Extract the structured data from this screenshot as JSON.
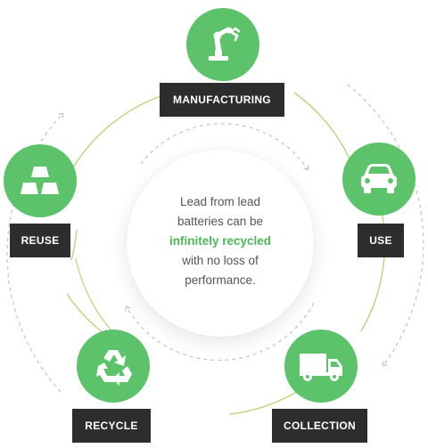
{
  "center": {
    "line1": "Lead from lead",
    "line2": "batteries can be",
    "highlight": "infinitely recycled",
    "line3": "with no loss of",
    "line4": "performance."
  },
  "stages": {
    "manufacturing": {
      "label": "MANUFACTURING",
      "icon": "robot-arm-icon"
    },
    "use": {
      "label": "USE",
      "icon": "car-icon"
    },
    "collection": {
      "label": "COLLECTION",
      "icon": "truck-icon"
    },
    "recycle": {
      "label": "RECYCLE",
      "icon": "recycle-icon"
    },
    "reuse": {
      "label": "REUSE",
      "icon": "ingots-icon"
    }
  },
  "colors": {
    "node_green": "#5cc36b",
    "ring_green": "#b5d67a",
    "label_bg": "#2d2d2d",
    "highlight_green": "#4cb857",
    "dashed_gray": "#c8c8c8"
  }
}
